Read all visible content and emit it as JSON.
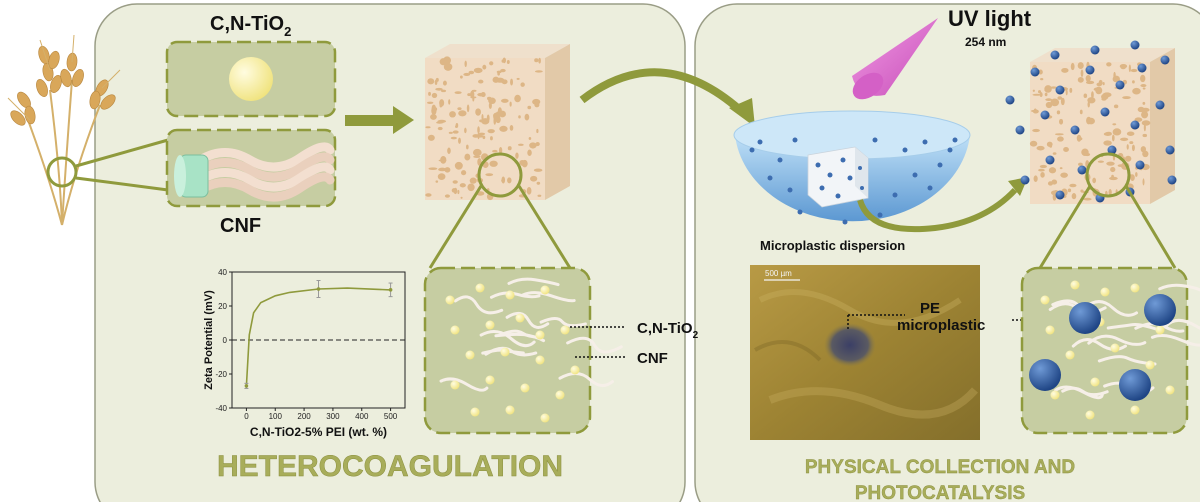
{
  "labels": {
    "catalyst": "C,N-TiO",
    "catalyst_sub": "2",
    "cnf": "CNF",
    "uv_light": "UV light",
    "uv_wavelength": "254 nm",
    "microplastic_dispersion": "Microplastic dispersion",
    "scale_bar": "500 µm",
    "pe_line1": "PE",
    "pe_line2": "microplastic",
    "callout_catalyst": "C,N-TiO",
    "callout_catalyst_sub": "2",
    "callout_cnf": "CNF"
  },
  "panels": {
    "left_title": "HETEROCOAGULATION",
    "right_title_line1": "PHYSICAL COLLECTION AND",
    "right_title_line2": "PHOTOCATALYSIS"
  },
  "colors": {
    "panel_fill": "#eceedd",
    "panel_stroke": "#9a9d86",
    "olive": "#8f9a3c",
    "title_olive": "#a8ad5a",
    "foam": "#f1dcc4",
    "pore": "#d9ad77",
    "nanoparticle": "#f6efa3",
    "microplastic_blue": "#2f5f9f",
    "bowl_blue": "#88bde6",
    "uv_pink": "#e06fd0"
  },
  "chart_data": {
    "type": "line",
    "xlabel": "C,N-TiO2-5% PEI (wt. %)",
    "ylabel": "Zeta Potential (mV)",
    "xlim": [
      -50,
      550
    ],
    "ylim": [
      -40,
      40
    ],
    "x_ticks": [
      0,
      100,
      200,
      300,
      400,
      500
    ],
    "y_ticks": [
      -40,
      -20,
      0,
      20,
      40
    ],
    "reference_line_y": 0,
    "series": [
      {
        "x": [
          0,
          10,
          25,
          50,
          100,
          150,
          250,
          350,
          500
        ],
        "y": [
          -27,
          3,
          16,
          22,
          26,
          28,
          30,
          30.5,
          29.5
        ]
      }
    ],
    "points": [
      {
        "x": 0,
        "y": -27,
        "err": 1.5
      },
      {
        "x": 250,
        "y": 30,
        "err": 5
      },
      {
        "x": 500,
        "y": 29.5,
        "err": 4
      }
    ]
  }
}
